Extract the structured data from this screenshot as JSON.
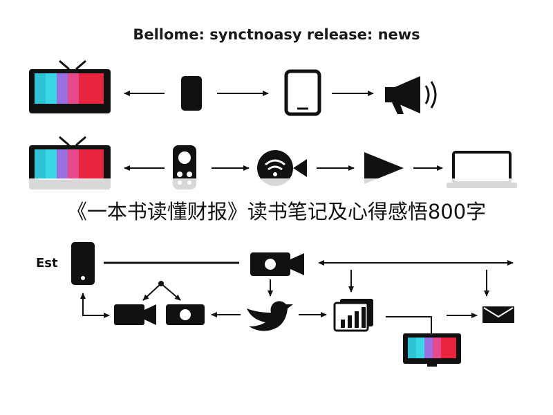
{
  "title": "Bellome: synctnoasy release: news",
  "caption": "《一本书读懂财报》读书笔记及心得感悟800字",
  "label_est": "Est",
  "colors": {
    "ink": "#111111",
    "tv_bars": [
      "#2ec4d4",
      "#39d6e6",
      "#9a6fe0",
      "#e64a8c",
      "#e8243f",
      "#e8243f"
    ]
  },
  "icons": {
    "row1": [
      "tv-icon",
      "smartphone-icon",
      "mobile-phone-icon",
      "megaphone-icon"
    ],
    "row2": [
      "tv-icon",
      "remote-control-icon",
      "wifi-camera-icon",
      "play-icon",
      "laptop-icon"
    ],
    "row3": [
      "smartphone-icon",
      "video-camera-icon",
      "camera-icon",
      "video-camera-icon",
      "twitter-bird-icon",
      "bar-chart-icon",
      "mail-icon",
      "monitor-icon"
    ]
  }
}
